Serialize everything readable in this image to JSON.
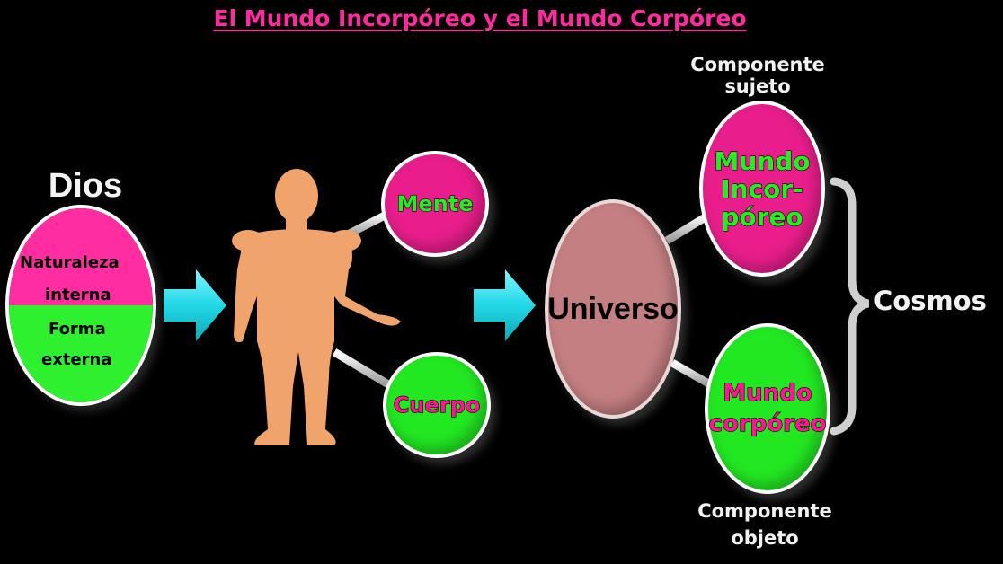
{
  "title": "El Mundo Incorpóreo y el Mundo Corpóreo",
  "dios": {
    "heading": "Dios",
    "top_line1": "Naturaleza",
    "top_line2": "interna",
    "bottom_line1": "Forma",
    "bottom_line2": "externa"
  },
  "human": {
    "mente": "Mente",
    "cuerpo": "Cuerpo"
  },
  "universo": "Universo",
  "incorporeo": {
    "label_line1": "Componente",
    "label_line2": "sujeto",
    "line1": "Mundo",
    "line2": "Incor-",
    "line3": "póreo"
  },
  "corporeo": {
    "line1": "Mundo",
    "line2": "corpóreo",
    "label_line1": "Componente",
    "label_line2": "objeto"
  },
  "cosmos": "Cosmos",
  "colors": {
    "title": "#ff2a9d",
    "pink": "#e91e8c",
    "green": "#22e822",
    "cyan_arrow": "#22d8e6",
    "universo": "#c47f82",
    "human": "#f0a36a",
    "text_green": "#22ee22",
    "text_pink": "#ff1493"
  }
}
